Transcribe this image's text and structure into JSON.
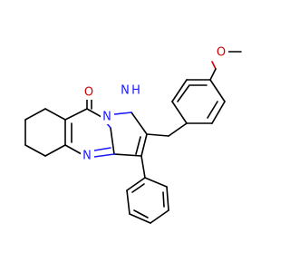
{
  "molecule": {
    "colors": {
      "carbon_bond": "#000000",
      "oxygen": "#cc0000",
      "nitrogen": "#1a1aff",
      "background": "#ffffff"
    },
    "atom_labels": {
      "methoxy_oxygen": "O",
      "carbonyl_oxygen": "O",
      "nh_nitrogen": "H",
      "nh_n": "N",
      "bridge_nitrogen": "N",
      "ring_nitrogen": "N"
    }
  }
}
